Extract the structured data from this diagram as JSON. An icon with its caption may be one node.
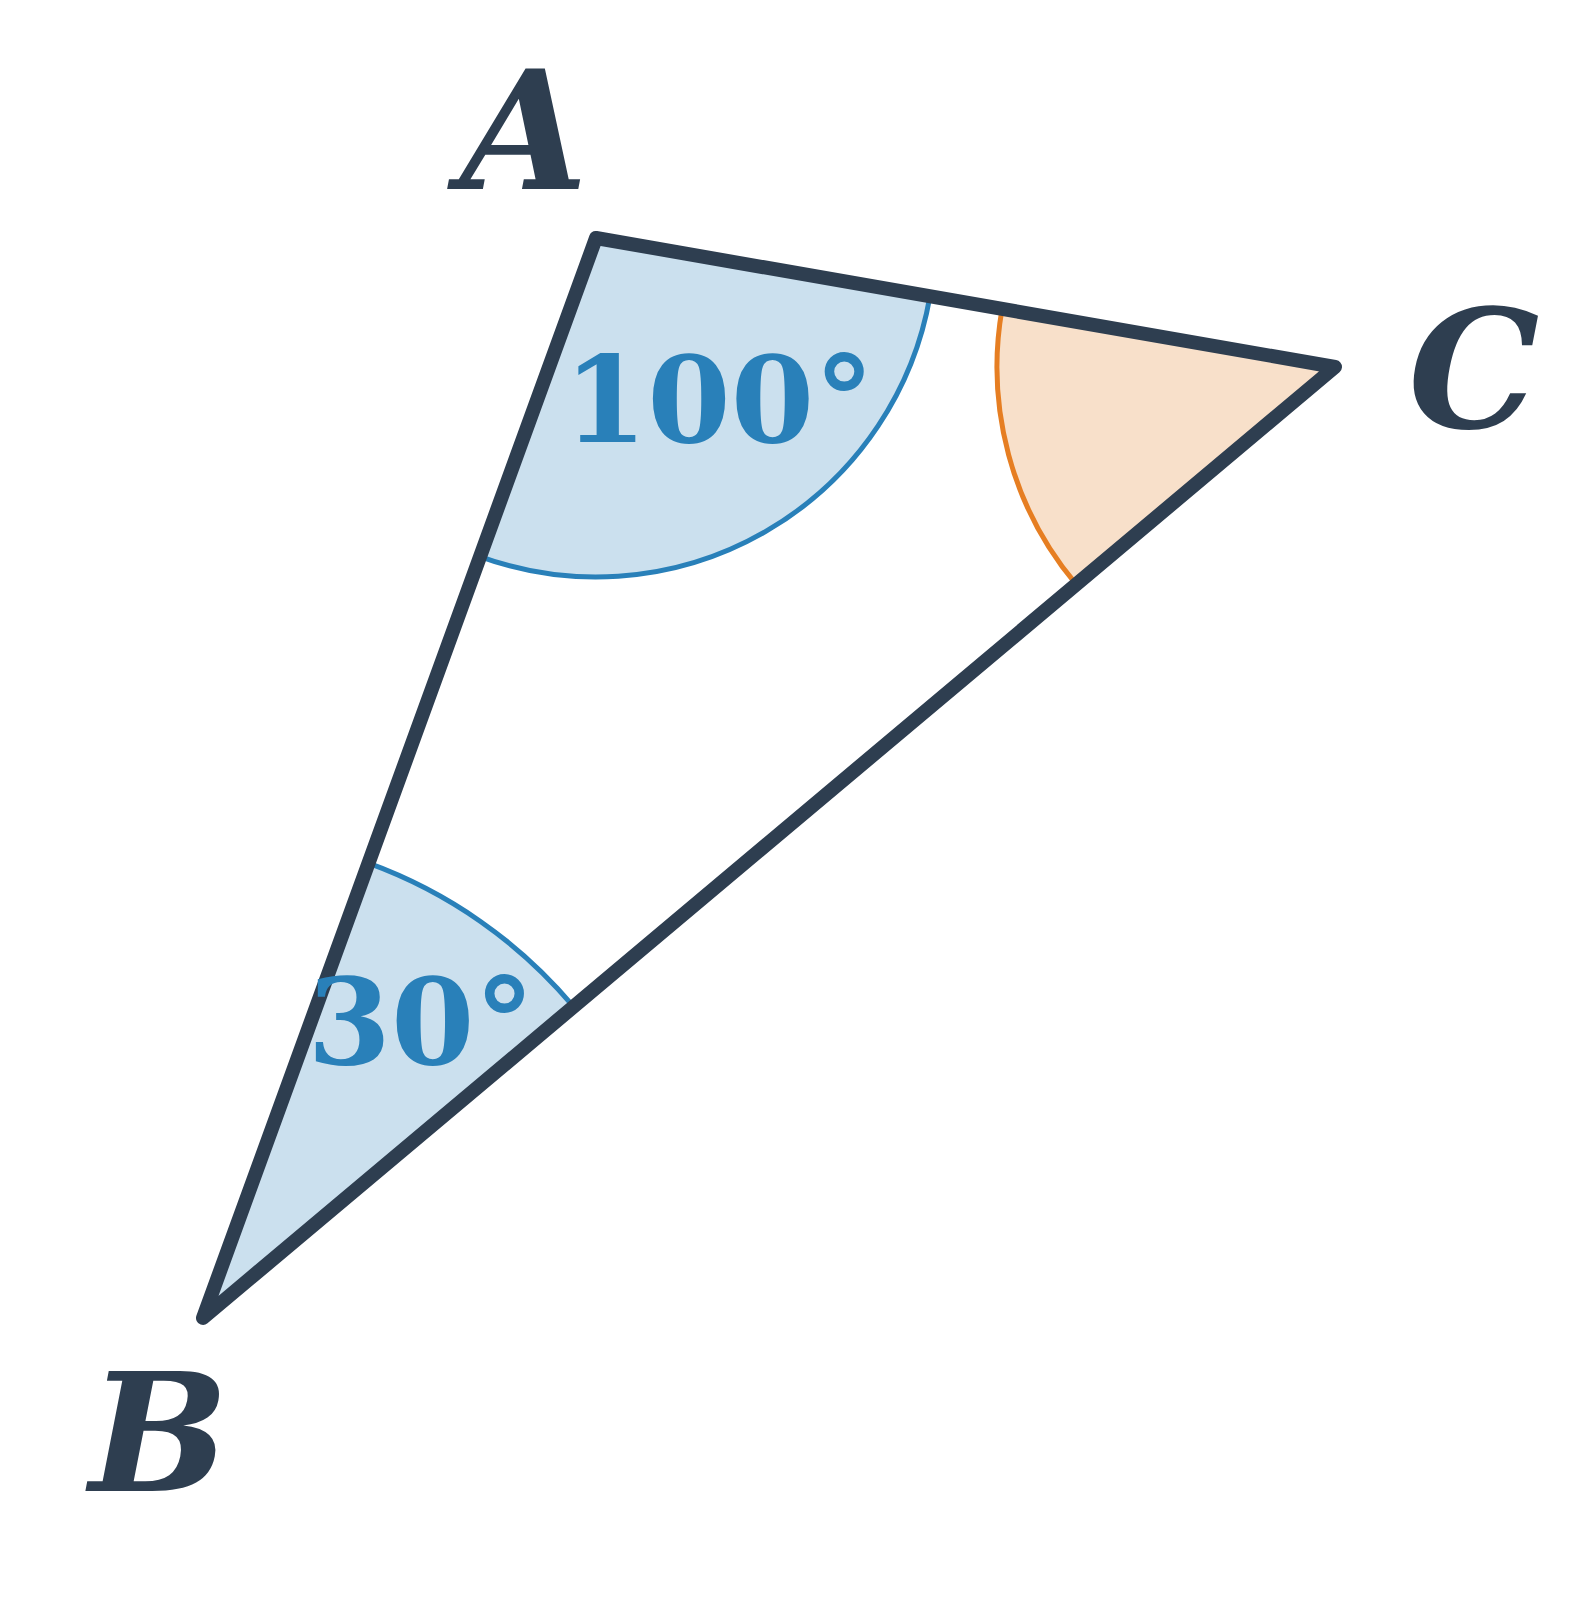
{
  "diagram": {
    "labels": [
      "A",
      "100°",
      "C",
      "30°",
      "B"
    ]
  }
}
